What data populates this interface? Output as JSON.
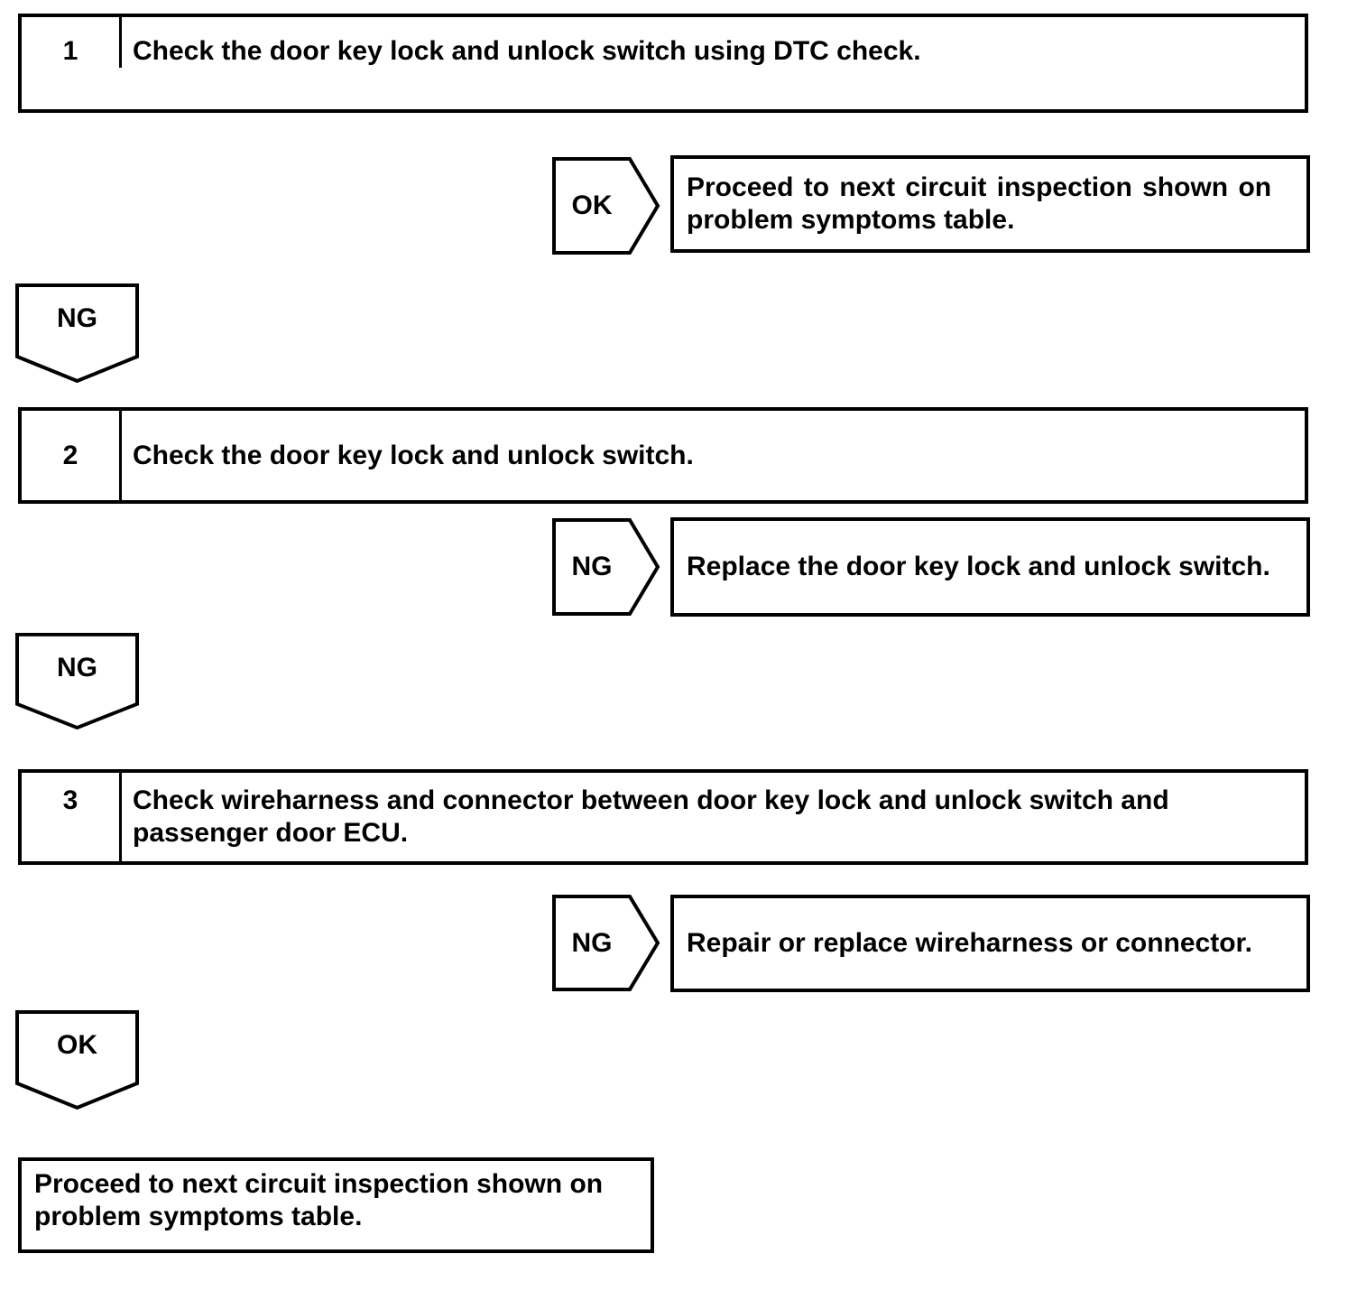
{
  "diagram": {
    "type": "troubleshooting-flowchart",
    "colors": {
      "line": "#000000",
      "background": "#ffffff",
      "text": "#000000"
    },
    "steps": [
      {
        "number": "1",
        "lines": [
          "Check the door key lock and unlock switch using DTC check."
        ]
      },
      {
        "number": "2",
        "lines": [
          "Check the door key lock and unlock switch."
        ]
      },
      {
        "number": "3",
        "lines": [
          "Check wireharness and connector between door key lock and unlock switch and",
          "passenger door ECU."
        ]
      }
    ],
    "side_branches": [
      {
        "label": "OK",
        "lines": [
          "Proceed to next circuit inspection shown on",
          "problem symptoms table."
        ]
      },
      {
        "label": "NG",
        "lines": [
          "Replace the door key lock and unlock switch."
        ]
      },
      {
        "label": "NG",
        "lines": [
          "Repair or replace wireharness or connector."
        ]
      }
    ],
    "down_connectors": [
      {
        "label": "NG"
      },
      {
        "label": "NG"
      },
      {
        "label": "OK"
      }
    ],
    "end_box": {
      "lines": [
        "Proceed to next circuit inspection shown on",
        "problem symptoms table."
      ]
    }
  }
}
